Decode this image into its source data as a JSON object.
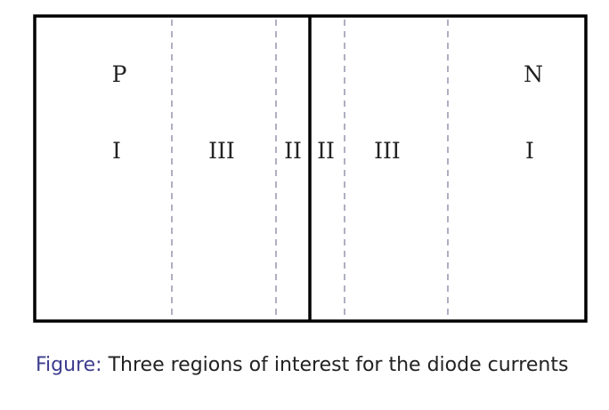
{
  "figure": {
    "side_labels": {
      "p": "P",
      "n": "N"
    },
    "region_labels": [
      "I",
      "III",
      "II",
      "II",
      "III",
      "I"
    ],
    "colors": {
      "border": "#000000",
      "divider": "#7a7a9a",
      "caption_prefix": "#3d3d8f",
      "text": "#222222"
    }
  },
  "caption": {
    "prefix": "Figure:",
    "text": "Three regions of interest for the diode currents"
  }
}
